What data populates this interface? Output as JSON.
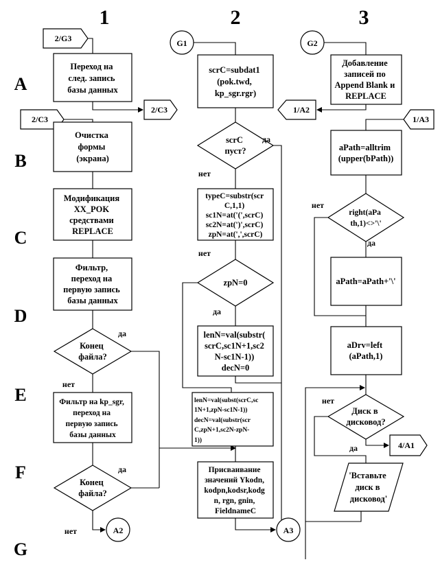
{
  "headers": {
    "col1": "1",
    "col2": "2",
    "col3": "3"
  },
  "rows": {
    "a": "A",
    "b": "B",
    "c": "C",
    "d": "D",
    "e": "E",
    "f": "F",
    "g": "G"
  },
  "connectors": {
    "col1_top": "2/G3",
    "col1_right": "2/C3",
    "col1_left": "2/C3",
    "col3_left": "1/A2",
    "col3_right": "1/A3",
    "col3_bottom": "4/A1"
  },
  "circles": {
    "g1": "G1",
    "g2": "G2",
    "a2": "A2",
    "a3": "A3"
  },
  "col1": {
    "box_a": [
      "Переход на",
      "след. запись",
      "базы данных"
    ],
    "box_b": [
      "Очистка",
      "формы",
      "(экрана)"
    ],
    "box_c": [
      "Модификация",
      "XX_POK",
      "средствами",
      "REPLACE"
    ],
    "box_d": [
      "Фильтр,",
      "переход на",
      "первую запись",
      "базы данных"
    ],
    "diamond_d": [
      "Конец",
      "файла?"
    ],
    "box_e": [
      "Фильтр на kp_sgr,",
      "переход на",
      "первую запись",
      "базы данных"
    ],
    "diamond_f": [
      "Конец",
      "файла?"
    ],
    "labels": {
      "d_yes": "да",
      "d_no": "нет",
      "f_yes": "да",
      "f_no": "нет"
    }
  },
  "col2": {
    "box_a": [
      "scrC=subdat1",
      "(pok.twd,",
      "kp_sgr.rgr)"
    ],
    "diamond_b": [
      "scrC",
      "пуст?"
    ],
    "box_c": [
      "typeC=substr(scr",
      "C,1,1)",
      "sc1N=at('(',scrC)",
      "sc2N=at(')',scrC)",
      "zpN=at(',',scrC)"
    ],
    "diamond_d": [
      "zpN=0"
    ],
    "box_d": [
      "lenN=val(substr(",
      "scrC,sc1N+1,sc2",
      "N-sc1N-1))",
      "decN=0"
    ],
    "box_e": [
      "lenN=val(subst(scrC,sc",
      "1N+1,zpN-sc1N-1))",
      "decN=val(substr(scr",
      "C,zpN+1,sc2N-zpN-",
      "1))"
    ],
    "box_f": [
      "Присваивание",
      "значений Ykodn,",
      "kodpn,kodsr,kodg",
      "n, rgn, gnin,",
      "FieldnameC"
    ],
    "labels": {
      "b_yes": "да",
      "b_no": "нет",
      "d_no": "нет",
      "d_yes": "да"
    }
  },
  "col3": {
    "box_a": [
      "Добавление",
      "записей по",
      "Append Blank и",
      "REPLACE"
    ],
    "box_b": [
      "aPath=alltrim",
      "(upper(bPath))"
    ],
    "diamond_c": [
      "right(aPa",
      "th,1)<>'\\'"
    ],
    "box_d": [
      "aPath=aPath+'\\'"
    ],
    "box_e": [
      "aDrv=left",
      "(aPath,1)"
    ],
    "diamond_e": [
      "Диск в",
      "дисковод?"
    ],
    "parallelogram_f": [
      "'Вставьте",
      "диск в",
      "дисковод'"
    ],
    "labels": {
      "c_no": "нет",
      "c_yes": "да",
      "e_no": "нет",
      "e_yes": "да"
    }
  }
}
